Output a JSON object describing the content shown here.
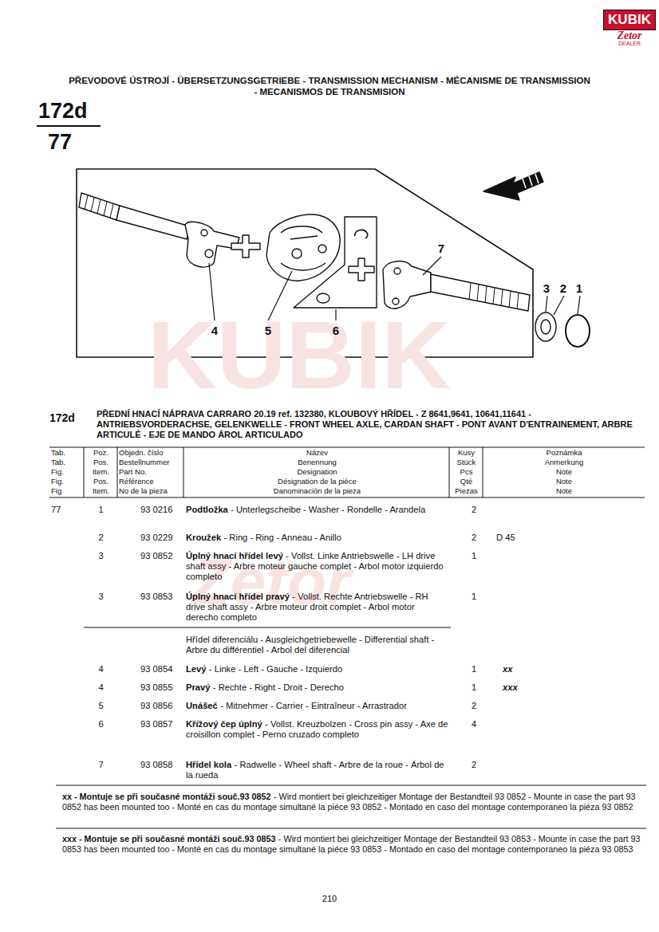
{
  "diagram": {
    "title": "PŘEVODOVÉ ÚSTROJÍ - ÜBERSETZUNGSGETRIEBE - TRANSMISSION MECHANISM - MÉCANISME DE TRANSMISSION - MECANISMOS DE TRANSMISION",
    "nodes": [
      {
        "text": [
          "KUBIK",
          "Zetor",
          "DEALER"
        ]
      }
    ],
    "labels": [
      "172d",
      "77",
      "4",
      "5",
      "6",
      "7",
      "3",
      "2",
      "1",
      "172d",
      "PŘEDNÍ HNACÍ NÁPRAVA CARRARO 20.19 ref. 132380, KLOUBOVÝ HŘÍDEL - Z 8641,9641, 10641,11641 - ANTRIEBSVORDERACHSE, GELENKWELLE - FRONT WHEEL AXLE, CARDAN SHAFT - PONT AVANT D'ENTRAINEMENT, ARBRE ARTICULÉ - EJE DE MANDO ÁROL ARTICULADO",
      "Tab.",
      "Tab.",
      "Fig.",
      "Fig.",
      "Fig",
      "Poz.",
      "Pos.",
      "Item.",
      "Pos.",
      "Item.",
      "Objedn. číslo",
      "Bestellnummer",
      "Part No.",
      "Référence",
      "No de la pieza",
      "Název",
      "Benennung",
      "Designation",
      "Désignation de la pièce",
      "Danominación de la pieza",
      "Kusy",
      "Stück",
      "Pcs",
      "Qté",
      "Piezas",
      "Poznámka",
      "Anmerkung",
      "Note",
      "Note",
      "Note",
      "77",
      "1",
      "93 0216",
      "Podtložka",
      "- Unterlegscheibe - Washer - Rondelle - Arandela",
      "2",
      "2",
      "93 0229",
      "Kroužek",
      "- Ring - Ring - Anneau - Anillo",
      "2",
      "D 45",
      "3",
      "93 0852",
      "Úplný hnací hřídel levý",
      "- Vollst. Linke Antriebswelle - LH drive shaft assy - Arbre moteur gauche complet - Arbol motor izquierdo completo",
      "1",
      "3",
      "93 0853",
      "Úplný hnací hřídel pravý",
      "- Vollst. Rechte Antriebswelle - RH drive shaft assy - Arbre moteur droit complet - Arbol motor derecho completo",
      "1",
      "Hřídel diferenciálu - Ausgleichgetriebewelle - Differential shaft - Arbre du différentiel - Arbol del diferencial",
      "4",
      "93 0854",
      "Levý",
      "- Linke - Left - Gauche - Izquierdo",
      "1",
      "xx",
      "4",
      "93 0855",
      "Pravý",
      "- Rechte - Right - Droit - Derecho",
      "1",
      "xxx",
      "5",
      "93 0856",
      "Unášeč",
      "- Mitnehmer - Carrier - Eintraîneur - Arrastrador",
      "2",
      "6",
      "93 0857",
      "Křížový čep úplný",
      "- Vollst. Kreuzbolzen - Cross pin assy - Axe de croisillon complet - Perno cruzado completo",
      "4",
      "7",
      "93 0858",
      "Hřídel kola",
      "- Radwelle - Wheel shaft - Arbre de la roue - Árbol de la rueda",
      "2",
      "xx - Montuje se při současné montáži souč.93 0852",
      "- Wird montiert bei gleichzeitiger Montage der Bestandteil 93 0852 - Mounte in case the part 93 0852 has been mounted too - Monté en cas du montage simultané la piéce 93 0852 - Montado en caso del montage contemporaneo la piéza 93 0852",
      "xxx - Montuje se při současné montáži souč.93 0853",
      "- Wird montiert bei gleichzeitiger Montage der Bestandteil 93 0853 - Mounte in case the part 93 0853 has been mounted too - Monté en cas du montage simultané la piéce 93 0853 - Montado en caso del montage contemporaneo la piéza 93 0853",
      "210",
      "KUBIK",
      "Zetor"
    ]
  }
}
